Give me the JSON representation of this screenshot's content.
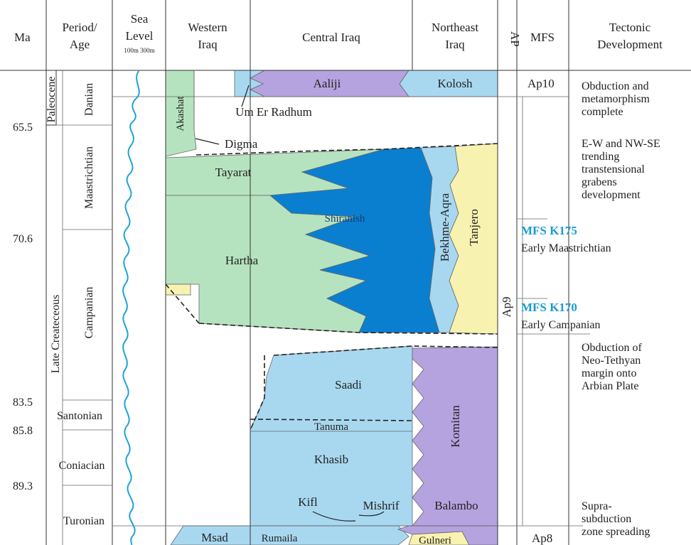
{
  "colors": {
    "light_blue": "#a8d8f0",
    "dark_blue": "#0a7fd0",
    "green": "#b6e3bf",
    "purple": "#b5a3e0",
    "yellow": "#f8f2b0",
    "sea_level_line": "#1fa3d8",
    "mfs_blue": "#1b9bd0"
  },
  "headers": {
    "ma": "Ma",
    "period_age": [
      "Period/",
      "Age"
    ],
    "sea_level": [
      "Sea",
      "Level"
    ],
    "sea_level_scale": "100m  300m",
    "western_iraq": [
      "Western",
      "Iraq"
    ],
    "central_iraq": "Central Iraq",
    "northeast_iraq": [
      "Northeast",
      "Iraq"
    ],
    "ap": "AP",
    "mfs": "MFS",
    "tectonic": [
      "Tectonic",
      "Development"
    ]
  },
  "ma_ticks": [
    "65.5",
    "70.6",
    "83.5",
    "85.8",
    "89.3"
  ],
  "period": {
    "paleocene": "Paleocene",
    "late_cretaceous": "Late Createceous"
  },
  "ages": {
    "danian": "Danian",
    "maastrichtian": "Maastrichtian",
    "campanian": "Campanian",
    "santonian": "Santonian",
    "coniacian": "Coniacian",
    "turonian": "Turonian"
  },
  "formations": {
    "aaliji": "Aaliji",
    "kolosh": "Kolosh",
    "um_er_radhum": "Um Er Radhum",
    "akashat": "Akashat",
    "digma": "Digma",
    "tayarat": "Tayarat",
    "shiranish": "Shiranish",
    "hartha": "Hartha",
    "bekhme_aqra": "Bekhme-Aqra",
    "tanjero": "Tanjero",
    "saadi": "Saadi",
    "tanuma": "Tanuma",
    "khasib": "Khasib",
    "komitan": "Komitan",
    "kifl": "Kifl",
    "mishrif": "Mishrif",
    "balambo": "Balambo",
    "msad": "Msad",
    "rumaila": "Rumaila",
    "gulneri": "Gulneri"
  },
  "ap": {
    "ap10": "Ap10",
    "ap9": "Ap9",
    "ap8": "Ap8"
  },
  "mfs": {
    "k175_label": "MFS K175",
    "k175_note": "Early Maastrichtian",
    "k170_label": "MFS K170",
    "k170_note": "Early Campanian"
  },
  "tectonic": {
    "obduction_complete": [
      "Obduction and",
      "metamorphism",
      "complete"
    ],
    "grabens": [
      "E-W and NW-SE",
      "trending",
      "transtensional",
      "grabens",
      "development"
    ],
    "neo_tethyan": [
      "Obduction of",
      "Neo-Tethyan",
      "margin onto",
      "Arbian Plate"
    ],
    "supra_subduction": [
      "Supra-",
      "subduction",
      "zone spreading"
    ]
  }
}
